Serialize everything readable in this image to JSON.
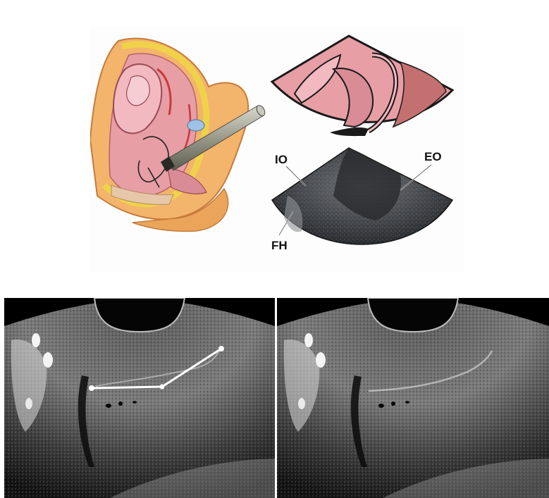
{
  "watermark": "",
  "illustration": {
    "labels": {
      "io": "IO",
      "eo": "EO",
      "fh": "FH"
    }
  },
  "ultrasound": {
    "left_panel": {
      "measurement_line": true
    },
    "right_panel": {
      "measurement_line": false
    }
  },
  "colors": {
    "skin": "#f3b46c",
    "tissue_pink": "#e79ea5",
    "probe": "#9a9a8a",
    "fat_yellow": "#f0d24a",
    "us_background": "#000000",
    "measure_line": "#ffffff"
  }
}
